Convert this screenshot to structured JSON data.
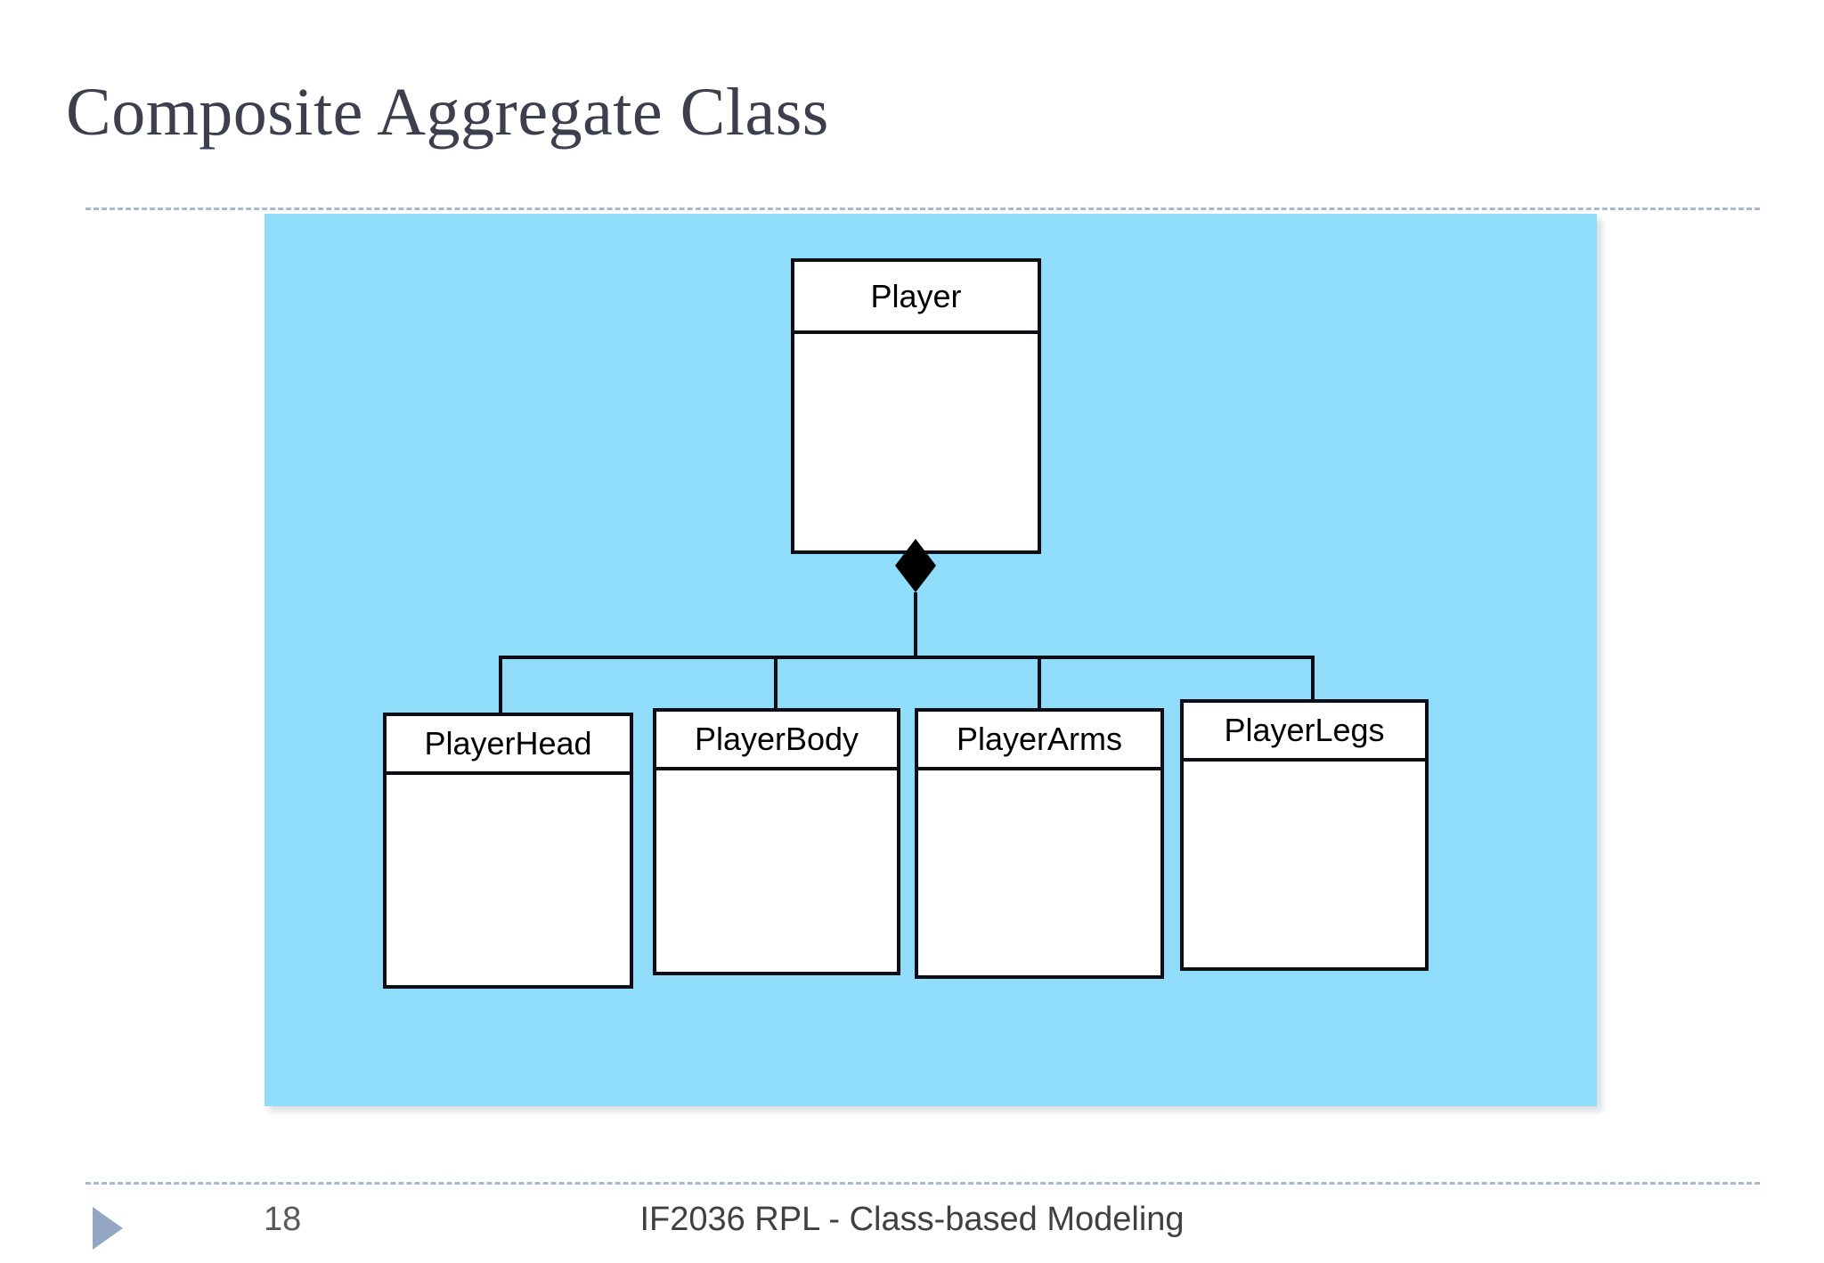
{
  "slide": {
    "title": "Composite Aggregate Class",
    "number": "18",
    "footer_text": "IF2036 RPL - Class-based Modeling",
    "marker_icon": "play-triangle-icon"
  },
  "theme": {
    "title_color": "#3e3f4e",
    "diagram_background": "#8fddfa",
    "rule_color": "#a9b8d2",
    "marker_color": "#93a7c3",
    "box_border_color": "#0d0d16",
    "box_fill": "#ffffff",
    "connector_color": "#0d0d16",
    "diamond_color": "#000000"
  },
  "diagram": {
    "type": "uml-class-diagram",
    "relationship": "composition",
    "adornment": "filled-diamond",
    "root": {
      "name": "Player",
      "attributes": [],
      "operations": []
    },
    "parts": [
      {
        "name": "PlayerHead",
        "attributes": [],
        "operations": []
      },
      {
        "name": "PlayerBody",
        "attributes": [],
        "operations": []
      },
      {
        "name": "PlayerArms",
        "attributes": [],
        "operations": []
      },
      {
        "name": "PlayerLegs",
        "attributes": [],
        "operations": []
      }
    ]
  }
}
